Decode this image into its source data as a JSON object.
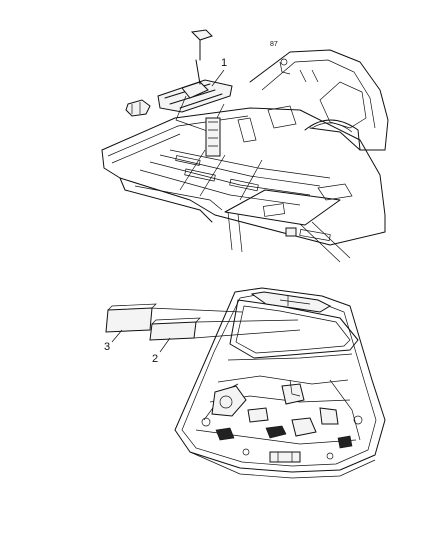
{
  "callouts": {
    "c1": "1",
    "c2": "2",
    "c3": "3",
    "small_label": "87"
  }
}
